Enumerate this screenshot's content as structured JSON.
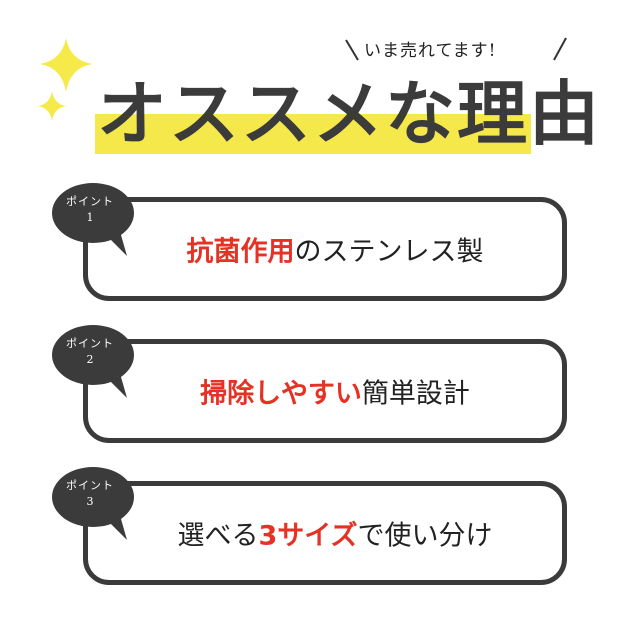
{
  "header": {
    "tagline": "いま売れてます!",
    "title": "オススメな理由"
  },
  "points": [
    {
      "badge_label": "ポイント",
      "badge_number": "1",
      "text_highlight": "抗菌作用",
      "text_rest": "のステンレス製"
    },
    {
      "badge_label": "ポイント",
      "badge_number": "2",
      "text_highlight": "掃除しやすい",
      "text_rest": "簡単設計"
    },
    {
      "badge_label": "ポイント",
      "badge_number": "3",
      "text_before": "選べる",
      "text_highlight": "3サイズ",
      "text_rest": "で使い分け"
    }
  ],
  "colors": {
    "accent_yellow": "#f5e84a",
    "highlight_red": "#e43225",
    "dark_gray": "#3b3b3b",
    "sparkle_yellow": "#f6ea4a"
  },
  "icons": [
    "sparkle-icon",
    "speech-bubble-icon"
  ]
}
